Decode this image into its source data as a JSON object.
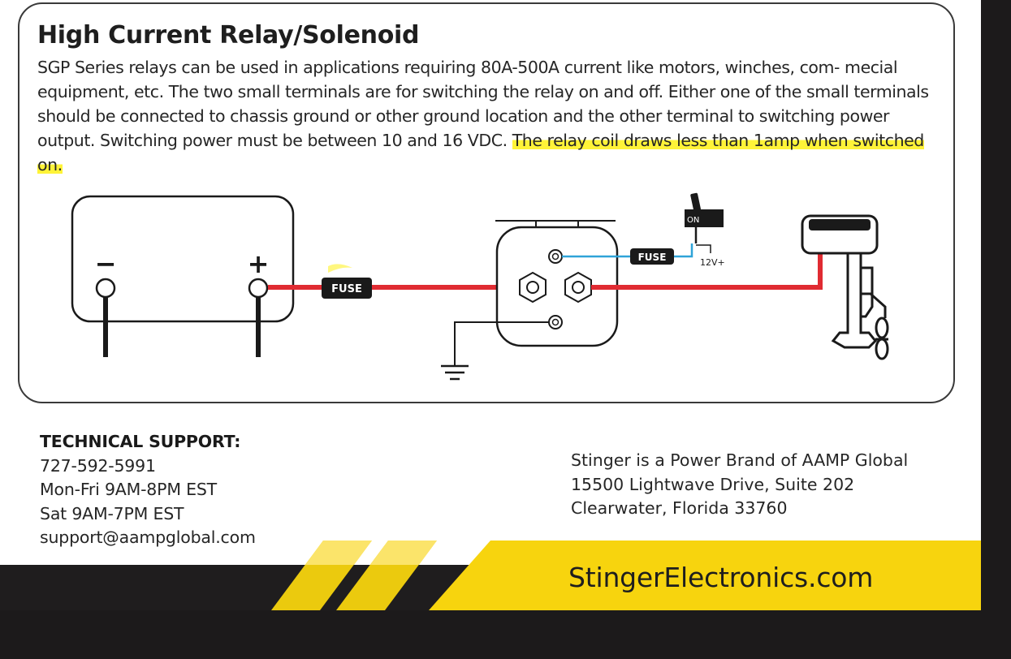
{
  "header": {
    "title": "High Current Relay/Solenoid"
  },
  "description": {
    "text_plain": "SGP Series relays can be used in applications requiring 80A-500A current like motors, winches, com- mecial equipment, etc. The two small terminals are for switching the relay on and off. Either one of the small terminals should be connected to chassis ground or other ground location and the other terminal to switching power output. Switching power must be between 10 and 16 VDC. ",
    "text_highlight": "The relay coil draws less than 1amp when switched on."
  },
  "diagram": {
    "battery_negative": "−",
    "battery_positive": "+",
    "main_fuse_label": "FUSE",
    "switch_fuse_label": "FUSE",
    "switch_state_label": "ON",
    "switch_power_label": "12V+",
    "colors": {
      "power_wire": "#e02b32",
      "switch_wire": "#2fa3d8",
      "outline": "#1a1a1a"
    }
  },
  "support": {
    "heading": "TECHNICAL SUPPORT:",
    "phone": "727-592-5991",
    "hours_weekday": "Mon-Fri 9AM-8PM EST",
    "hours_saturday": "Sat 9AM-7PM EST",
    "email": "support@aampglobal.com"
  },
  "address": {
    "line1": "Stinger is a Power Brand of AAMP Global",
    "line2": "15500 Lightwave Drive, Suite 202",
    "line3": "Clearwater, Florida 33760"
  },
  "footer": {
    "website": "StingerElectronics.com",
    "colors": {
      "brand_yellow": "#f7d40e",
      "band_dark": "#1f1d1e"
    }
  }
}
